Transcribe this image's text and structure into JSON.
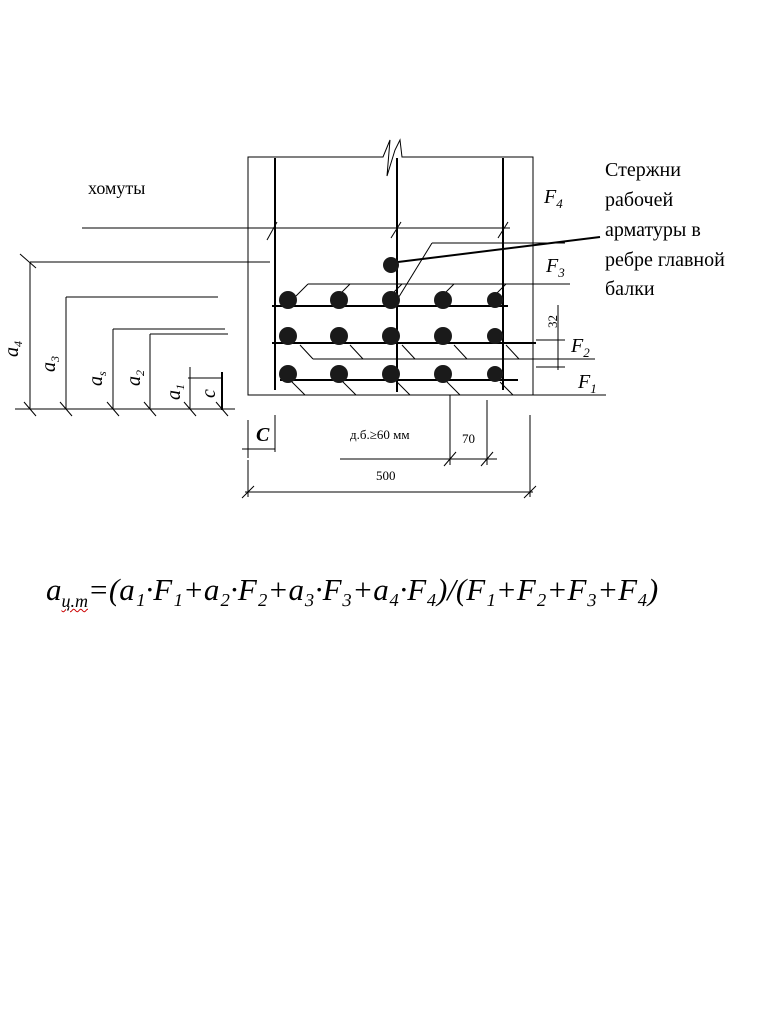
{
  "diagram": {
    "stirrups_label": "хомуты",
    "callout_lines": [
      "Стержни",
      "рабочей",
      "арматуры в",
      "ребре главной",
      "балки"
    ],
    "bar_group_labels": {
      "F1": "F",
      "F1_sub": "1",
      "F2": "F",
      "F2_sub": "2",
      "F3": "F",
      "F3_sub": "3",
      "F4": "F",
      "F4_sub": "4"
    },
    "dimensions": {
      "spacing": "32",
      "cover": "C",
      "clear_gap": "д.б.≥60 мм",
      "bar_pitch": "70",
      "width": "500",
      "a4": "a",
      "a4_sub": "4",
      "a3": "a",
      "a3_sub": "3",
      "as": "a",
      "as_sub": "s",
      "a2": "a",
      "a2_sub": "2",
      "a1": "a",
      "a1_sub": "1",
      "c_vertical": "c"
    }
  },
  "formula": {
    "lhs": "a",
    "lhs_sub": "ц.т",
    "rhs": "=(a₁·F₁+a₂·F₂+a₃·F₃+a₄·F₄)/(F₁+F₂+F₃+F₄)"
  }
}
